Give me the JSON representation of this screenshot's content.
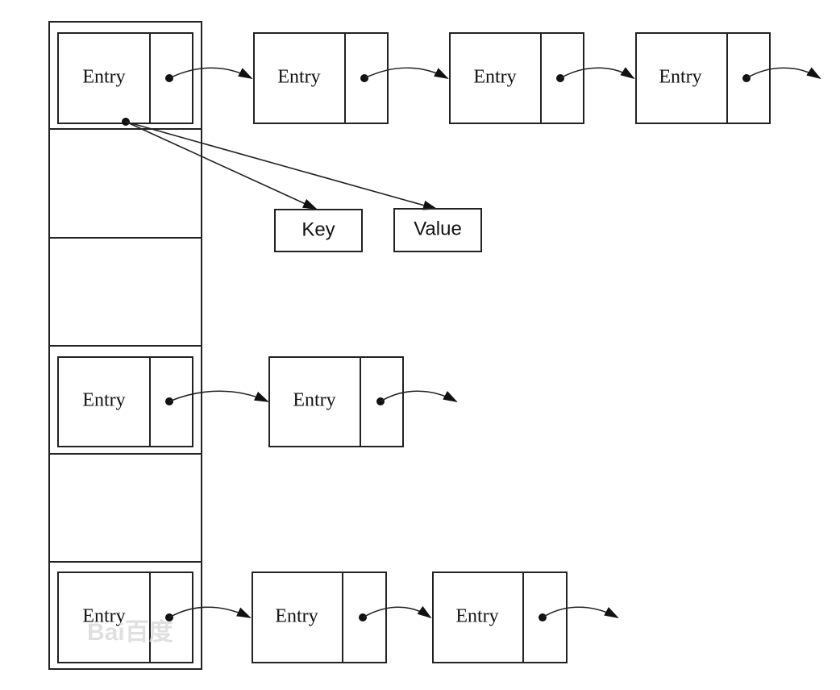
{
  "diagram": {
    "entry_label": "Entry",
    "key_label": "Key",
    "value_label": "Value",
    "watermark": "Bai百度"
  },
  "colors": {
    "line": "#222222",
    "background": "#ffffff"
  }
}
